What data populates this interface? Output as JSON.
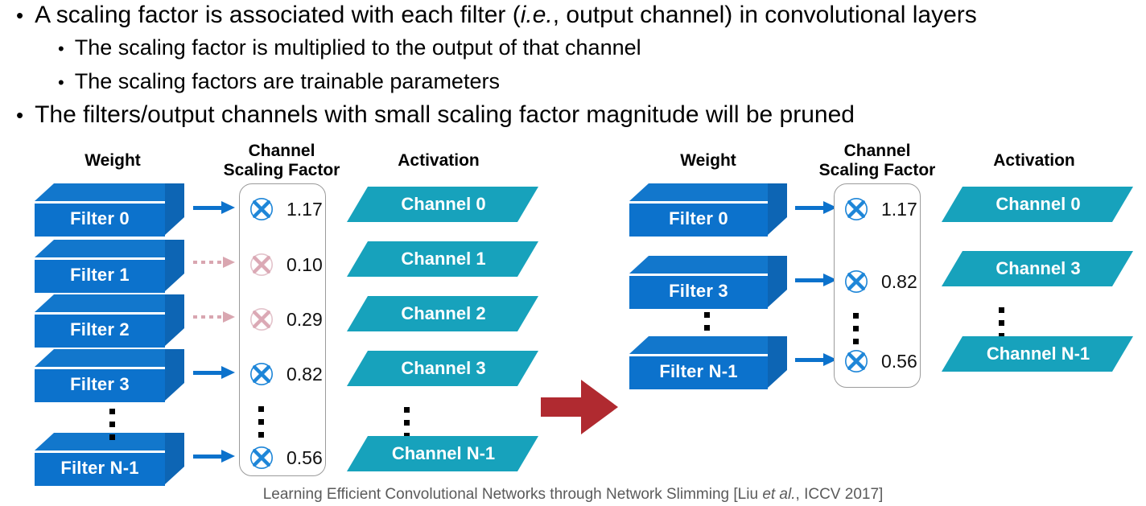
{
  "slide": {
    "bullets": [
      {
        "level": 1,
        "marker": "•",
        "text_before_italic": "A scaling factor is associated with each filter (",
        "italic": "i.e.",
        "text_after_italic": ", output channel) in convolutional layers"
      },
      {
        "level": 2,
        "marker": "•",
        "text": "The scaling factor is multiplied to the output of that channel"
      },
      {
        "level": 2,
        "marker": "•",
        "text": "The scaling factors are trainable parameters"
      },
      {
        "level": 1,
        "marker": "•",
        "text": "The filters/output channels with small scaling factor magnitude will be pruned"
      }
    ],
    "caption": {
      "before_italic": "Learning Efficient Convolutional Networks through Network Slimming [Liu ",
      "italic": "et al.",
      "after_italic": ", ICCV 2017]"
    }
  },
  "colors": {
    "filter_blue": "#0C72CC",
    "filter_blue_top": "#1277CC",
    "filter_blue_side": "#0D65B4",
    "channel_teal": "#17A2BC",
    "arrow_blue": "#0C72CC",
    "arrow_pruned_pink": "#D9A6B0",
    "prune_arrow_red": "#B02A30",
    "box_border_gray": "#9b9b9b",
    "caption_gray": "#5a5a5a"
  },
  "diagram": {
    "before": {
      "headers": {
        "weight": "Weight",
        "scaling_factor_line1": "Channel",
        "scaling_factor_line2": "Scaling Factor",
        "activation": "Activation"
      },
      "filters": [
        {
          "label": "Filter 0",
          "kept": true
        },
        {
          "label": "Filter 1",
          "kept": false
        },
        {
          "label": "Filter 2",
          "kept": false
        },
        {
          "label": "Filter 3",
          "kept": true
        },
        {
          "label": "Filter N-1",
          "kept": true
        }
      ],
      "scaling_factors": [
        {
          "value": "1.17",
          "kept": true
        },
        {
          "value": "0.10",
          "kept": false
        },
        {
          "value": "0.29",
          "kept": false
        },
        {
          "value": "0.82",
          "kept": true
        },
        {
          "value": "0.56",
          "kept": true
        }
      ],
      "channels": [
        {
          "label": "Channel 0"
        },
        {
          "label": "Channel 1"
        },
        {
          "label": "Channel 2"
        },
        {
          "label": "Channel 3"
        },
        {
          "label": "Channel N-1"
        }
      ]
    },
    "after": {
      "headers": {
        "weight": "Weight",
        "scaling_factor_line1": "Channel",
        "scaling_factor_line2": "Scaling Factor",
        "activation": "Activation"
      },
      "filters": [
        {
          "label": "Filter 0",
          "kept": true
        },
        {
          "label": "Filter 3",
          "kept": true
        },
        {
          "label": "Filter N-1",
          "kept": true
        }
      ],
      "scaling_factors": [
        {
          "value": "1.17",
          "kept": true
        },
        {
          "value": "0.82",
          "kept": true
        },
        {
          "value": "0.56",
          "kept": true
        }
      ],
      "channels": [
        {
          "label": "Channel 0"
        },
        {
          "label": "Channel 3"
        },
        {
          "label": "Channel N-1"
        }
      ]
    },
    "transition_icon": "red-right-arrow"
  }
}
